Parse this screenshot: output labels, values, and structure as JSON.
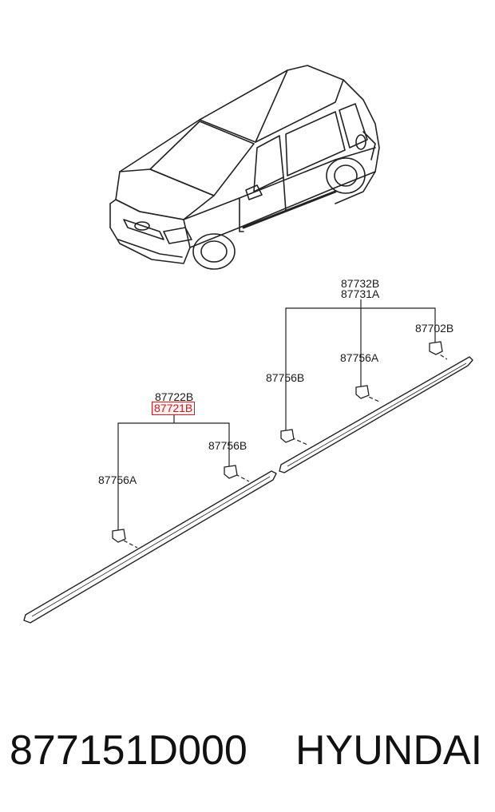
{
  "callouts": {
    "c1": "87732B",
    "c2": "87731A",
    "c3": "87702B",
    "c4": "87756A",
    "c5": "87756B",
    "c6": "87722B",
    "c7": "87721B",
    "c8": "87756B",
    "c9": "87756A"
  },
  "footer": {
    "part_number": "877151D000",
    "brand": "HYUNDAI"
  },
  "colors": {
    "highlight": "#d9181f",
    "line": "#222222"
  }
}
